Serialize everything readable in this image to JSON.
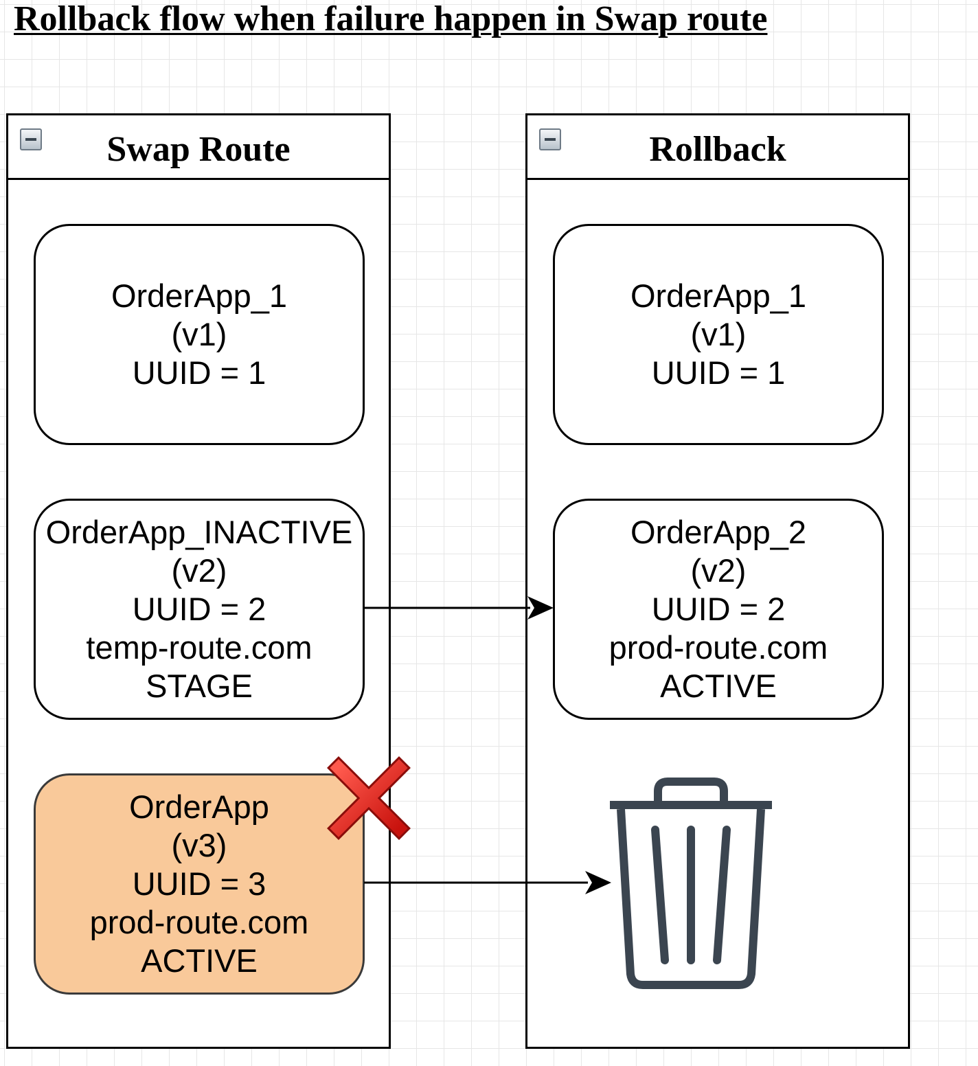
{
  "title": "Rollback flow when failure happen in Swap route",
  "lanes": [
    {
      "label": "Swap Route",
      "nodes": [
        {
          "lines": [
            "OrderApp_1",
            "(v1)",
            "UUID = 1"
          ]
        },
        {
          "lines": [
            "OrderApp_INACTIVE",
            "(v2)",
            "UUID = 2",
            "temp-route.com",
            "STAGE"
          ]
        },
        {
          "lines": [
            "OrderApp",
            "(v3)",
            "UUID = 3",
            "prod-route.com",
            "ACTIVE"
          ],
          "status": "failed"
        }
      ]
    },
    {
      "label": "Rollback",
      "nodes": [
        {
          "lines": [
            "OrderApp_1",
            "(v1)",
            "UUID = 1"
          ]
        },
        {
          "lines": [
            "OrderApp_2",
            "(v2)",
            "UUID = 2",
            "prod-route.com",
            "ACTIVE"
          ]
        }
      ]
    }
  ],
  "icons": {
    "collapse": "collapse-icon",
    "failure_marker": "red-x-icon",
    "delete": "trash-icon"
  },
  "colors": {
    "failed_fill": "#f9c99a",
    "failure_marker": "#e0201b",
    "trash": "#3b4550"
  }
}
